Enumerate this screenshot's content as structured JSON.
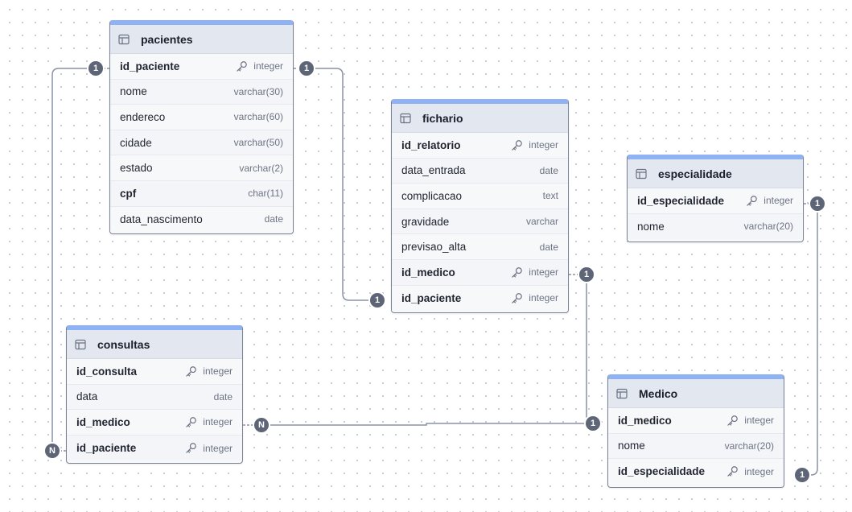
{
  "tables": {
    "pacientes": {
      "name": "pacientes",
      "fields": [
        {
          "name": "id_paciente",
          "type": "integer",
          "bold": true,
          "key": true
        },
        {
          "name": "nome",
          "type": "varchar(30)",
          "bold": false,
          "key": false
        },
        {
          "name": "endereco",
          "type": "varchar(60)",
          "bold": false,
          "key": false
        },
        {
          "name": "cidade",
          "type": "varchar(50)",
          "bold": false,
          "key": false
        },
        {
          "name": "estado",
          "type": "varchar(2)",
          "bold": false,
          "key": false
        },
        {
          "name": "cpf",
          "type": "char(11)",
          "bold": true,
          "key": false
        },
        {
          "name": "data_nascimento",
          "type": "date",
          "bold": false,
          "key": false
        }
      ]
    },
    "fichario": {
      "name": "fichario",
      "fields": [
        {
          "name": "id_relatorio",
          "type": "integer",
          "bold": true,
          "key": true
        },
        {
          "name": "data_entrada",
          "type": "date",
          "bold": false,
          "key": false
        },
        {
          "name": "complicacao",
          "type": "text",
          "bold": false,
          "key": false
        },
        {
          "name": "gravidade",
          "type": "varchar",
          "bold": false,
          "key": false
        },
        {
          "name": "previsao_alta",
          "type": "date",
          "bold": false,
          "key": false
        },
        {
          "name": "id_medico",
          "type": "integer",
          "bold": true,
          "key": true
        },
        {
          "name": "id_paciente",
          "type": "integer",
          "bold": true,
          "key": true
        }
      ]
    },
    "especialidade": {
      "name": "especialidade",
      "fields": [
        {
          "name": "id_especialidade",
          "type": "integer",
          "bold": true,
          "key": true
        },
        {
          "name": "nome",
          "type": "varchar(20)",
          "bold": false,
          "key": false
        }
      ]
    },
    "consultas": {
      "name": "consultas",
      "fields": [
        {
          "name": "id_consulta",
          "type": "integer",
          "bold": true,
          "key": true
        },
        {
          "name": "data",
          "type": "date",
          "bold": false,
          "key": false
        },
        {
          "name": "id_medico",
          "type": "integer",
          "bold": true,
          "key": true
        },
        {
          "name": "id_paciente",
          "type": "integer",
          "bold": true,
          "key": true
        }
      ]
    },
    "medico": {
      "name": "Medico",
      "fields": [
        {
          "name": "id_medico",
          "type": "integer",
          "bold": true,
          "key": true
        },
        {
          "name": "nome",
          "type": "varchar(20)",
          "bold": false,
          "key": false
        },
        {
          "name": "id_especialidade",
          "type": "integer",
          "bold": true,
          "key": true
        }
      ]
    }
  },
  "relationships": [
    {
      "from": "pacientes.id_paciente",
      "to": "fichario.id_paciente",
      "from_card": "1",
      "to_card": "1"
    },
    {
      "from": "pacientes.id_paciente",
      "to": "consultas.id_paciente",
      "from_card": "1",
      "to_card": "N"
    },
    {
      "from": "fichario.id_medico",
      "to": "medico.id_medico",
      "from_card": "1",
      "to_card": "1"
    },
    {
      "from": "consultas.id_medico",
      "to": "medico.id_medico",
      "from_card": "N",
      "to_card": "1"
    },
    {
      "from": "especialidade.id_especialidade",
      "to": "medico.id_especialidade",
      "from_card": "1",
      "to_card": "1"
    }
  ],
  "colors": {
    "header_bar": "#8fb2f5",
    "badge": "#5d6577",
    "edge": "#8a93a4"
  },
  "icons": {
    "table": "table-grid-icon",
    "key": "key-icon"
  }
}
